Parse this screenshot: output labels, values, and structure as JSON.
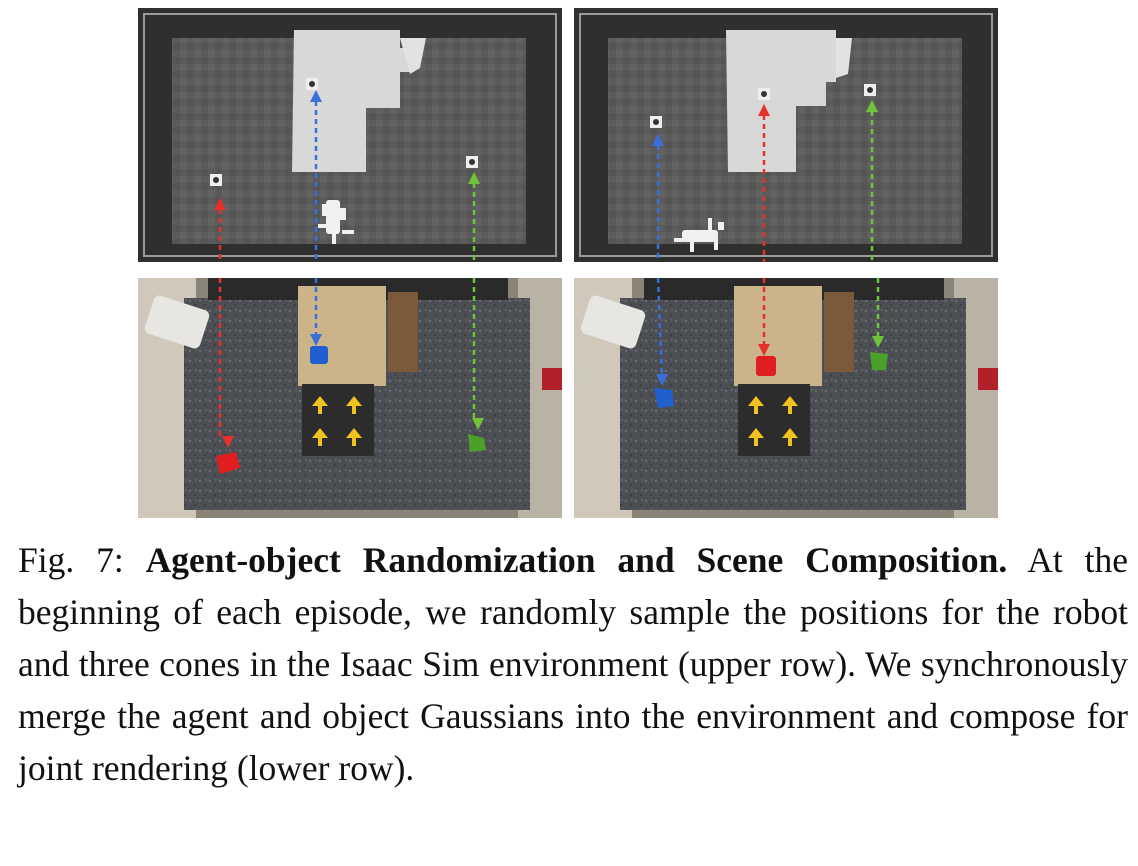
{
  "figure": {
    "label": "Fig. 7:",
    "title": "Agent-object Randomization and Scene Composition.",
    "body": "At the beginning of each episode, we randomly sample the positions for the robot and three cones in the Isaac Sim environment (upper row). We synchronously merge the agent and object Gaussians into the environment and compose for joint rendering (lower row)."
  },
  "colors": {
    "red_arrow": "#e8302a",
    "blue_arrow": "#3a6fd8",
    "green_arrow": "#6fc23a",
    "sim_floor": "#5a5a5a",
    "sim_frame": "#2e2e2e",
    "real_floor": "#4a4d52",
    "ramp_arrows": "#f2c21e"
  }
}
